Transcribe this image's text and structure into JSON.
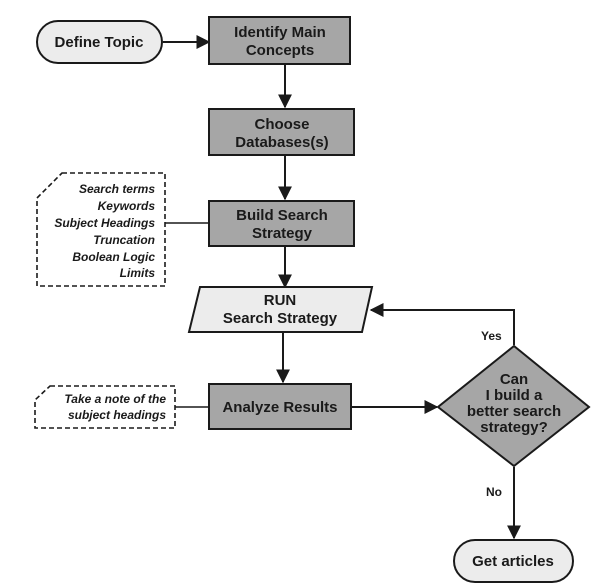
{
  "nodes": {
    "define_topic": "Define Topic",
    "identify_concepts": [
      "Identify Main",
      "Concepts"
    ],
    "choose_databases": [
      "Choose",
      "Databases(s)"
    ],
    "build_strategy": [
      "Build Search",
      "Strategy"
    ],
    "run_strategy": [
      "RUN",
      "Search Strategy"
    ],
    "analyze_results": "Analyze Results",
    "decision": [
      "Can",
      "I build a",
      "better search",
      "strategy?"
    ],
    "get_articles": "Get articles"
  },
  "notes": {
    "search_terms": [
      "Search terms",
      "Keywords",
      "Subject Headings",
      "Truncation",
      "Boolean Logic",
      "Limits"
    ],
    "subject_headings": [
      "Take a note of the",
      "subject headings"
    ]
  },
  "edges": {
    "yes": "Yes",
    "no": "No"
  },
  "colors": {
    "process_fill": "#a6a6a6",
    "io_fill": "#ececec",
    "terminal_fill": "#ececec",
    "stroke": "#1a1a1a"
  }
}
